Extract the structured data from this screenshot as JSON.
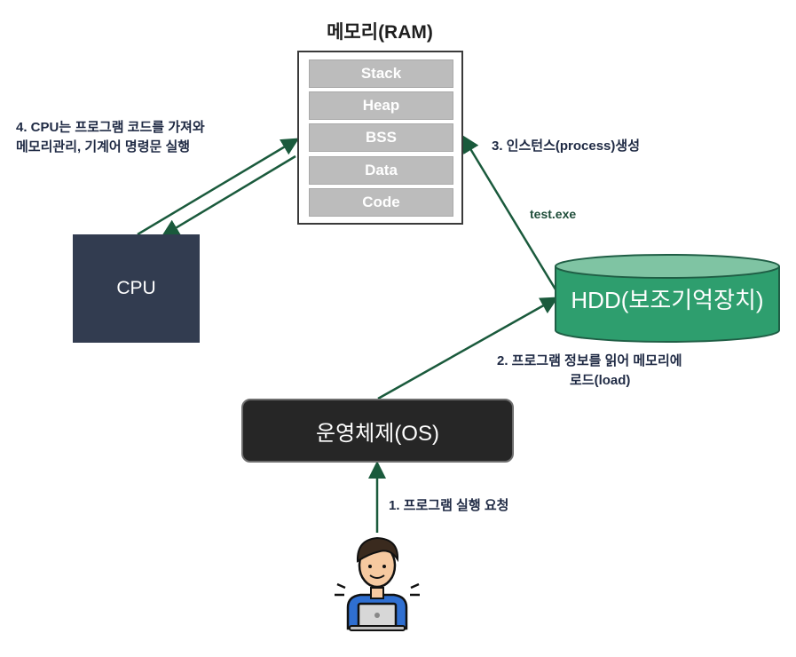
{
  "ram": {
    "title": "메모리(RAM)",
    "segments": [
      "Stack",
      "Heap",
      "BSS",
      "Data",
      "Code"
    ]
  },
  "cpu": {
    "label": "CPU"
  },
  "os": {
    "label": "운영체제(OS)"
  },
  "hdd": {
    "label": "HDD(보조기억장치)"
  },
  "annotations": {
    "cpu_exec_line1": "4. CPU는 프로그램 코드를 가져와",
    "cpu_exec_line2": "메모리관리, 기계어  명령문 실행",
    "instance": "3. 인스턴스(process)생성",
    "file": "test.exe",
    "load_line1": "2. 프로그램 정보를 읽어 메모리에",
    "load_line2": "로드(load)",
    "request": "1. 프로그램 실행 요청"
  },
  "colors": {
    "arrow": "#1a5a3c",
    "cpu_fill": "#323c50",
    "os_fill": "#262626",
    "hdd_fill": "#2e9e6e",
    "hdd_top": "#7fc4a3",
    "segment_fill": "#bcbcbc"
  },
  "icons": {
    "user": "user-with-laptop-icon"
  }
}
